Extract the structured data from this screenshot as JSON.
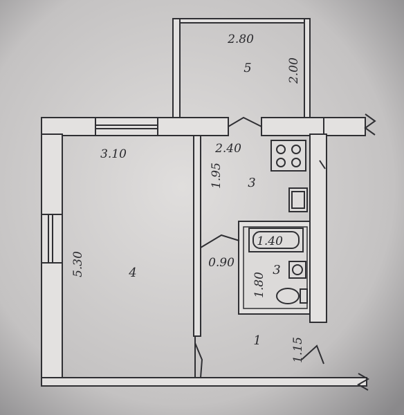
{
  "floor_plan": {
    "rooms": [
      {
        "id": "living_room",
        "number": "4",
        "width": "3.10",
        "length": "5.30"
      },
      {
        "id": "kitchen",
        "number": "3",
        "width": "2.40",
        "length": "1.95"
      },
      {
        "id": "bathroom",
        "number": "3",
        "width": "1.40",
        "length": "1.80"
      },
      {
        "id": "hallway",
        "number": "1",
        "width": "0.90",
        "length": "1.15"
      },
      {
        "id": "balcony",
        "number": "5",
        "width": "2.80",
        "length": "2.00"
      }
    ]
  }
}
